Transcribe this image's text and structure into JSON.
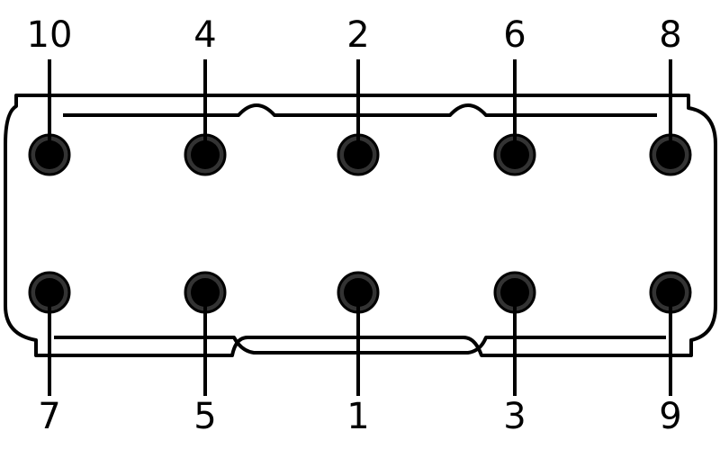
{
  "colors": {
    "ink": "#000000",
    "ring": "#333333",
    "background": "#ffffff"
  },
  "top_row": [
    {
      "label": "10",
      "name": "bolt-10"
    },
    {
      "label": "4",
      "name": "bolt-4"
    },
    {
      "label": "2",
      "name": "bolt-2"
    },
    {
      "label": "6",
      "name": "bolt-6"
    },
    {
      "label": "8",
      "name": "bolt-8"
    }
  ],
  "bottom_row": [
    {
      "label": "7",
      "name": "bolt-7"
    },
    {
      "label": "5",
      "name": "bolt-5"
    },
    {
      "label": "1",
      "name": "bolt-1"
    },
    {
      "label": "3",
      "name": "bolt-3"
    },
    {
      "label": "9",
      "name": "bolt-9"
    }
  ]
}
